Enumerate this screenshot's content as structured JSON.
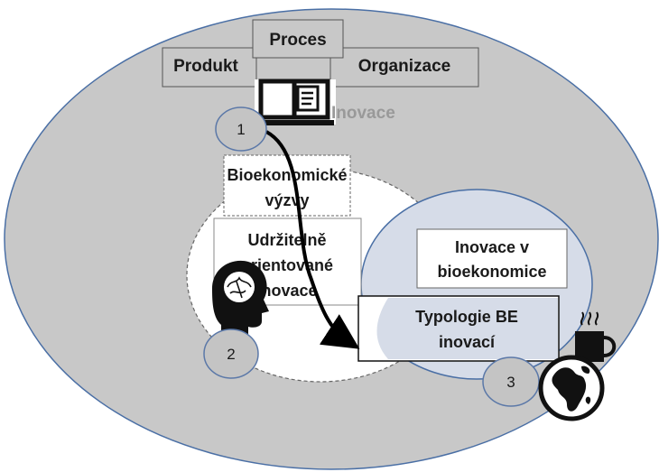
{
  "top_boxes": {
    "proces": "Proces",
    "produkt": "Produkt",
    "organizace": "Organizace"
  },
  "inovace_label": "Inovace",
  "bioeconomic_challenges": {
    "line1": "Bioekonomické",
    "line2": "výzvy"
  },
  "sustainable_innovation": {
    "line1": "Udržitelně",
    "line2": "orientované",
    "line3": "inovace"
  },
  "bioeconomy_innovation": {
    "line1": "Inovace v",
    "line2": "bioekonomice"
  },
  "typology": {
    "line1": "Typologie BE",
    "line2": "inovací"
  },
  "markers": {
    "m1": "1",
    "m2": "2",
    "m3": "3"
  },
  "icons": [
    "book-icon",
    "head-brain-icon",
    "coffee-cup-icon",
    "globe-icon"
  ],
  "colors": {
    "outer_ellipse": "#c8c8c8",
    "outer_stroke": "#4a6fa5",
    "inner_circle": "#d6dce8",
    "marker_fill": "#c4c4c4",
    "marker_stroke": "#5b78a8"
  }
}
